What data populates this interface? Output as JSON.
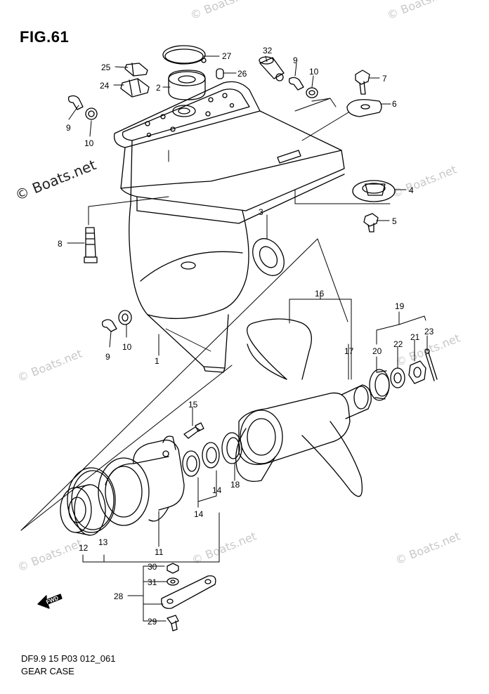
{
  "figure": {
    "title": "FIG.61",
    "code": "DF9.9 15 P03 012_061",
    "name": "GEAR CASE"
  },
  "watermarks": {
    "main": "© Boats.net",
    "faint": "© Boats.net"
  },
  "callouts": [
    {
      "id": "c27",
      "text": "27"
    },
    {
      "id": "c32",
      "text": "32"
    },
    {
      "id": "c25",
      "text": "25"
    },
    {
      "id": "c24",
      "text": "24"
    },
    {
      "id": "c2",
      "text": "2"
    },
    {
      "id": "c26",
      "text": "26"
    },
    {
      "id": "c9a",
      "text": "9"
    },
    {
      "id": "c10a",
      "text": "10"
    },
    {
      "id": "c7",
      "text": "7"
    },
    {
      "id": "c6",
      "text": "6"
    },
    {
      "id": "c9b",
      "text": "9"
    },
    {
      "id": "c10b",
      "text": "10"
    },
    {
      "id": "c4",
      "text": "4"
    },
    {
      "id": "c5",
      "text": "5"
    },
    {
      "id": "c3",
      "text": "3"
    },
    {
      "id": "c8",
      "text": "8"
    },
    {
      "id": "c16",
      "text": "16"
    },
    {
      "id": "c19",
      "text": "19"
    },
    {
      "id": "c23",
      "text": "23"
    },
    {
      "id": "c9c",
      "text": "9"
    },
    {
      "id": "c10c",
      "text": "10"
    },
    {
      "id": "c1",
      "text": "1"
    },
    {
      "id": "c17",
      "text": "17"
    },
    {
      "id": "c20",
      "text": "20"
    },
    {
      "id": "c22",
      "text": "22"
    },
    {
      "id": "c21",
      "text": "21"
    },
    {
      "id": "c15",
      "text": "15"
    },
    {
      "id": "c18",
      "text": "18"
    },
    {
      "id": "c14a",
      "text": "14"
    },
    {
      "id": "c14b",
      "text": "14"
    },
    {
      "id": "c12",
      "text": "12"
    },
    {
      "id": "c13",
      "text": "13"
    },
    {
      "id": "c11",
      "text": "11"
    },
    {
      "id": "c30",
      "text": "30"
    },
    {
      "id": "c31",
      "text": "31"
    },
    {
      "id": "c28",
      "text": "28"
    },
    {
      "id": "c29",
      "text": "29"
    }
  ],
  "fwd_badge": "FWD"
}
